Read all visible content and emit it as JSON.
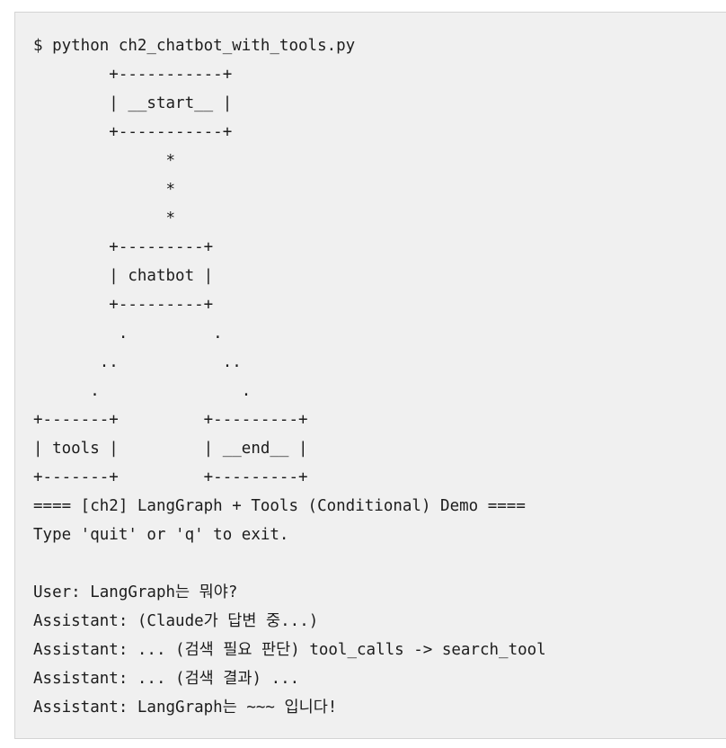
{
  "terminal": {
    "lines": [
      "$ python ch2_chatbot_with_tools.py",
      "        +-----------+",
      "        | __start__ |",
      "        +-----------+",
      "              *",
      "              *",
      "              *",
      "        +---------+",
      "        | chatbot |",
      "        +---------+",
      "         .         .",
      "       ..           ..",
      "      .               .",
      "+-------+         +---------+",
      "| tools |         | __end__ |",
      "+-------+         +---------+",
      "==== [ch2] LangGraph + Tools (Conditional) Demo ====",
      "Type 'quit' or 'q' to exit.",
      "",
      "User: LangGraph는 뭐야?",
      "Assistant: (Claude가 답변 중...)",
      "Assistant: ... (검색 필요 판단) tool_calls -> search_tool",
      "Assistant: ... (검색 결과) ...",
      "Assistant: LangGraph는 ~~~ 입니다!"
    ]
  }
}
